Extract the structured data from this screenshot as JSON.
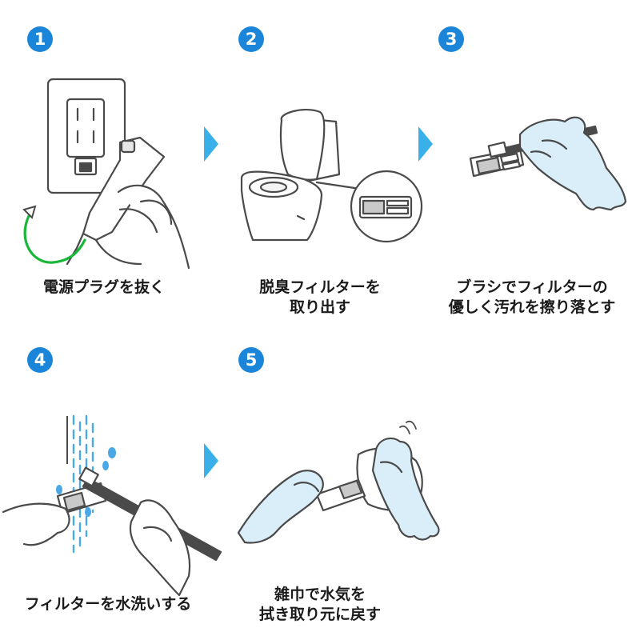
{
  "steps": [
    {
      "number": "1",
      "caption": "電源プラグを抜く"
    },
    {
      "number": "2",
      "caption": "脱臭フィルターを\n取り出す"
    },
    {
      "number": "3",
      "caption": "ブラシでフィルターの\n優しく汚れを擦り落とす"
    },
    {
      "number": "4",
      "caption": "フィルターを水洗いする"
    },
    {
      "number": "5",
      "caption": "雑巾で水気を\n拭き取り元に戻す"
    }
  ],
  "colors": {
    "badge": "#1b86d9",
    "arrow": "#39b0ea",
    "glove": "#d9eef9",
    "cord": "#18b73a",
    "water": "#4aa8e6",
    "line": "#4a4a4a"
  },
  "icons": [
    "wall-outlet-icon",
    "toilet-icon",
    "filter-icon",
    "brush-icon",
    "glove-icon",
    "water-icon",
    "cloth-icon"
  ]
}
